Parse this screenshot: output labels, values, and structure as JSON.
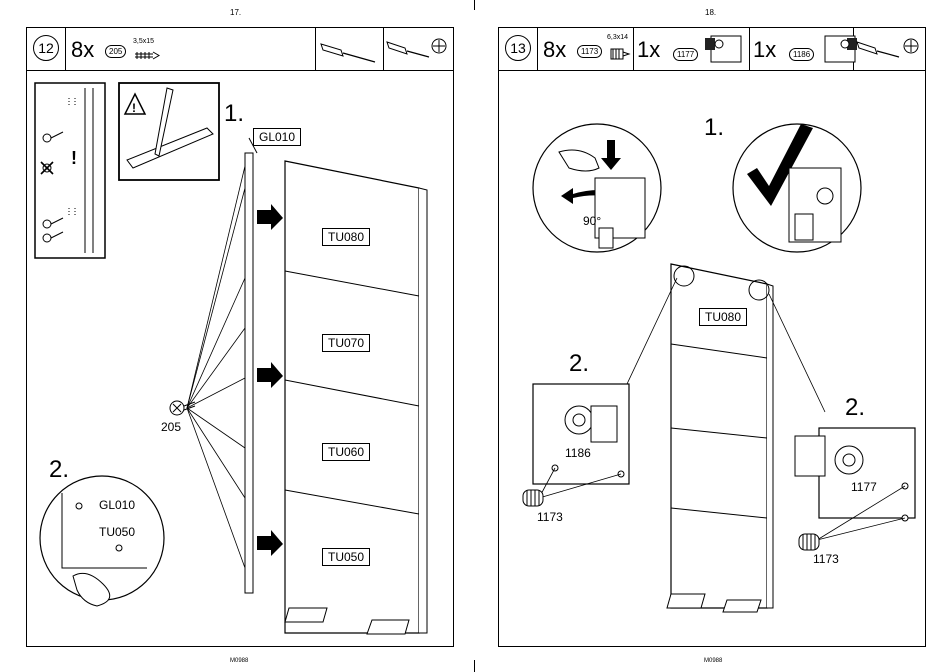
{
  "left_page": {
    "page_number": "17.",
    "footer_code": "M0988",
    "step_number": "12",
    "hardware": [
      {
        "quantity": "8x",
        "part": "205",
        "size": "3,5x15"
      }
    ],
    "substep_1": "1.",
    "substep_2": "2.",
    "screw_part": "205",
    "labels": {
      "rail": "GL010",
      "zoom_rail": "GL010",
      "zoom_panel": "TU050"
    },
    "panels": [
      "TU080",
      "TU070",
      "TU060",
      "TU050"
    ],
    "icons": [
      "screwdriver-icon",
      "phillips-screwdriver-icon",
      "warning-icon"
    ]
  },
  "right_page": {
    "page_number": "18.",
    "footer_code": "M0988",
    "step_number": "13",
    "hardware": [
      {
        "quantity": "8x",
        "part": "1173",
        "size": "6,3x14"
      },
      {
        "quantity": "1x",
        "part": "1177"
      },
      {
        "quantity": "1x",
        "part": "1186"
      }
    ],
    "substep_1": "1.",
    "substep_2_left": "2.",
    "substep_2_right": "2.",
    "rotation": "90°",
    "panel": "TU080",
    "callouts": {
      "left_bracket": "1186",
      "left_screw": "1173",
      "right_bracket": "1177",
      "right_screw": "1173"
    },
    "icons": [
      "phillips-screwdriver-icon",
      "checkmark-icon",
      "arrow-down-icon",
      "rotate-arrow-icon"
    ]
  }
}
